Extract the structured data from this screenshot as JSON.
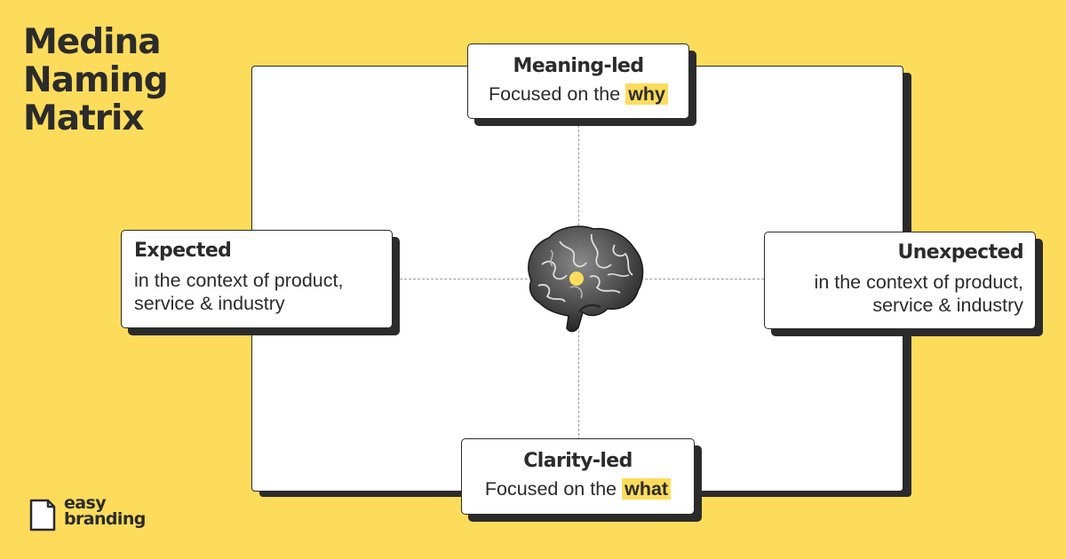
{
  "title": {
    "line1": "Medina",
    "line2": "Naming",
    "line3": "Matrix"
  },
  "quadrants": {
    "top": {
      "title": "Meaning-led",
      "sub_prefix": "Focused on the",
      "highlight": "why"
    },
    "bottom": {
      "title": "Clarity-led",
      "sub_prefix": "Focused on the",
      "highlight": "what"
    },
    "left": {
      "title": "Expected",
      "line1": "in the context of product,",
      "line2": "service & industry"
    },
    "right": {
      "title": "Unexpected",
      "line1": "in the context of product,",
      "line2": "service & industry"
    }
  },
  "center_icon": "brain-icon",
  "logo": {
    "line1": "easy",
    "line2": "branding",
    "icon": "document-icon"
  },
  "colors": {
    "background": "#FDDC5C",
    "ink": "#2b2b2b",
    "highlight": "#FDDC5C",
    "card": "#ffffff"
  }
}
